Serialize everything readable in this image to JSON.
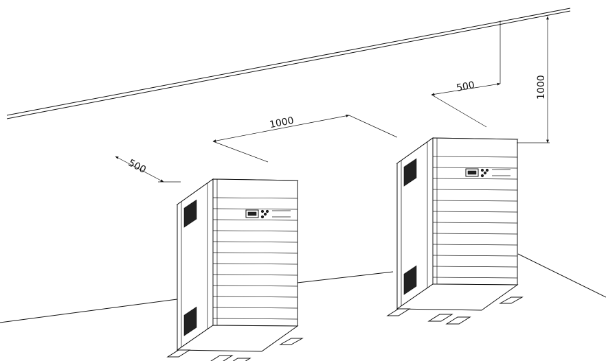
{
  "dimensions": {
    "left_side_clearance": "500",
    "spacing_between_units": "1000",
    "right_side_clearance": "500",
    "top_clearance": "1000"
  },
  "colors": {
    "line": "#111111",
    "background": "#ffffff"
  }
}
